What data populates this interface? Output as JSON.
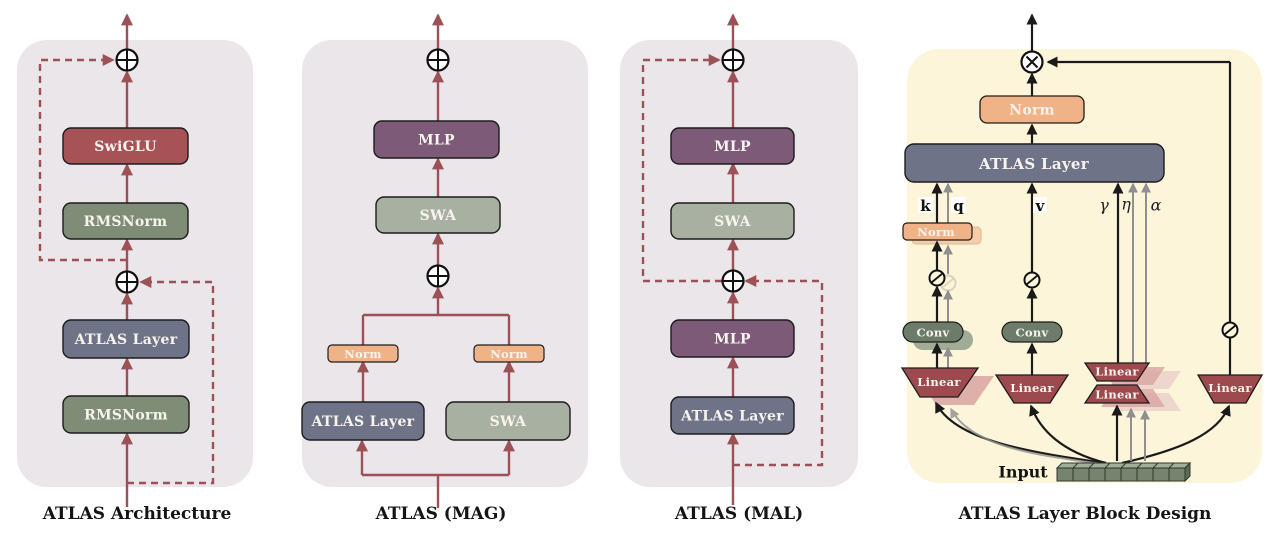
{
  "panels": {
    "arch": {
      "caption": "ATLAS Architecture",
      "blocks": {
        "swiglu": "SwiGLU",
        "rmsnorm_top": "RMSNorm",
        "atlas_layer": "ATLAS Layer",
        "rmsnorm_bottom": "RMSNorm"
      }
    },
    "mag": {
      "caption": "ATLAS (MAG)",
      "blocks": {
        "mlp": "MLP",
        "swa_top": "SWA",
        "norm_left": "Norm",
        "norm_right": "Norm",
        "atlas_layer": "ATLAS Layer",
        "swa_bottom": "SWA"
      }
    },
    "mal": {
      "caption": "ATLAS (MAL)",
      "blocks": {
        "mlp_top": "MLP",
        "swa": "SWA",
        "mlp_mid": "MLP",
        "atlas_layer": "ATLAS Layer"
      }
    },
    "block_design": {
      "caption": "ATLAS Layer Block Design",
      "blocks": {
        "norm_out": "Norm",
        "atlas_layer": "ATLAS Layer",
        "norm_kq": "Norm",
        "conv_kq": "Conv",
        "conv_v": "Conv",
        "linear_kq": "Linear",
        "linear_v": "Linear",
        "linear_gate_top": "Linear",
        "linear_gate_bottom": "Linear",
        "linear_right": "Linear"
      },
      "signals": {
        "k": "k",
        "q": "q",
        "v": "v",
        "gamma": "γ",
        "eta": "η",
        "alpha": "α"
      },
      "input_label": "Input"
    }
  },
  "icons": {
    "circle_plus": "⊕",
    "circle_times": "⊗",
    "activation": "circle-with-diagonal-slash"
  },
  "colors": {
    "panel_bg_muted": "#ebe6ea",
    "panel_bg_cream": "#fcf5da",
    "arrow_red": "#9b5156",
    "arrow_black": "#1a1a1a",
    "arrow_gray": "#8f8f8f",
    "swiglu": "#a65257",
    "rmsnorm": "#7f8d77",
    "atlas_layer": "#6f7388",
    "mlp": "#7d5a78",
    "swa": "#a8b0a2",
    "norm": "#f0b287",
    "conv": "#6d7c68",
    "linear": "#9c4a4e"
  }
}
